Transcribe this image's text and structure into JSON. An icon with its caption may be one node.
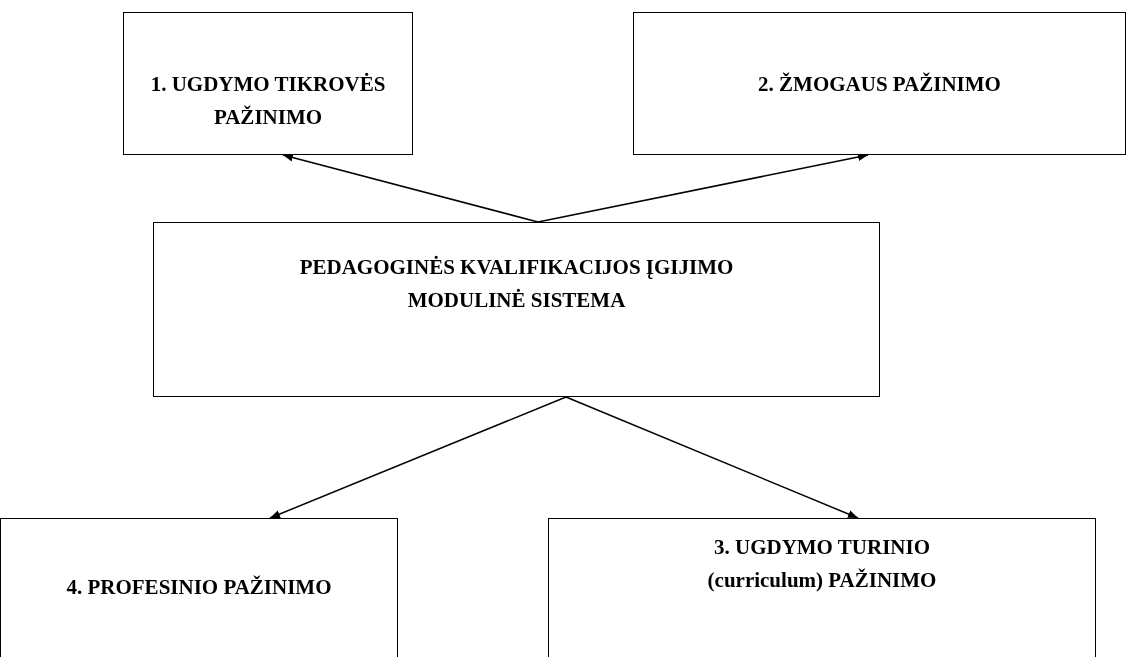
{
  "diagram": {
    "nodes": [
      {
        "text": [
          "1. UGDYMO TIKROVĖS PAŽINIMO"
        ]
      },
      {
        "text": [
          "2. ŽMOGAUS PAŽINIMO"
        ]
      },
      {
        "text": [
          "PEDAGOGINĖS KVALIFIKACIJOS ĮGIJIMO MODULINĖ SISTEMA"
        ]
      },
      {
        "text": [
          "4. PROFESINIO PAŽINIMO"
        ]
      },
      {
        "text": [
          "3. UGDYMO TURINIO (curriculum) PAŽINIMO"
        ]
      }
    ],
    "edges": [
      {
        "from": 2,
        "to": 0,
        "arrow": "to"
      },
      {
        "from": 2,
        "to": 1,
        "arrow": "to"
      },
      {
        "from": 2,
        "to": 3,
        "arrow": "to"
      },
      {
        "from": 2,
        "to": 4,
        "arrow": "to"
      }
    ]
  }
}
